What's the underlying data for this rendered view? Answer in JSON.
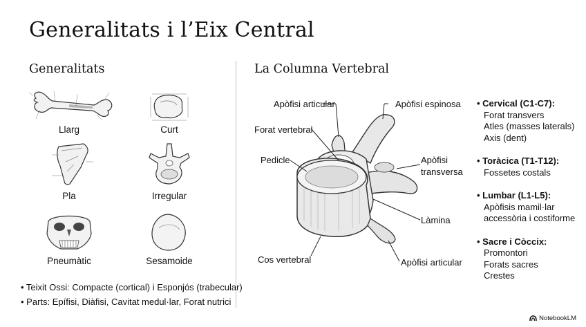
{
  "title": "Generalitats i l’Eix Central",
  "left_heading": "Generalitats",
  "right_heading": "La Columna Vertebral",
  "bone_types": [
    {
      "label": "Llarg",
      "icon": "long-bone-icon"
    },
    {
      "label": "Curt",
      "icon": "short-bone-icon"
    },
    {
      "label": "Pla",
      "icon": "flat-bone-icon"
    },
    {
      "label": "Irregular",
      "icon": "irregular-bone-icon"
    },
    {
      "label": "Pneumàtic",
      "icon": "skull-icon"
    },
    {
      "label": "Sesamoide",
      "icon": "sesamoid-bone-icon"
    }
  ],
  "bullets": [
    "• Teixit Ossi: Compacte (cortical) i Esponjós (trabecular)",
    "• Parts: Epífisi, Diàfisi, Cavitat medul·lar, Forat nutrici"
  ],
  "vertebra_labels": {
    "articular_top": "Apòfisi articular",
    "spinous": "Apòfisi espinosa",
    "foramen": "Forat vertebral",
    "pedicle": "Pedicle",
    "transverse_1": "Apòfisi",
    "transverse_2": "transversa",
    "lamina": "Làmina",
    "body": "Cos vertebral",
    "articular_bottom": "Apòfisi articular"
  },
  "regions": [
    {
      "heading": "• Cervical (C1-C7):",
      "lines": [
        "Forat transvers",
        "Atles (masses laterals)",
        "Axis (dent)"
      ]
    },
    {
      "heading": "• Toràcica (T1-T12):",
      "lines": [
        "Fossetes costals"
      ]
    },
    {
      "heading": "• Lumbar (L1-L5):",
      "lines": [
        "Apòfisis mamil·lar",
        "accessòria i costiforme"
      ]
    },
    {
      "heading": "• Sacre i Còccix:",
      "lines": [
        "Promontori",
        "Forats sacres",
        "Crestes"
      ]
    }
  ],
  "brand": "NotebookLM"
}
